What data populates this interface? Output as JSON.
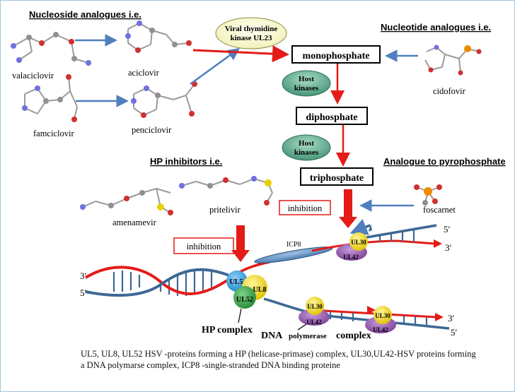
{
  "headings": {
    "nucleoside": "Nucleoside analogues i.e.",
    "nucleotide": "Nucleotide analogues i.e.",
    "hp_inhibitors": "HP inhibitors i.e.",
    "pyrophosphate": "Analogue to pyrophosphate"
  },
  "drugs": {
    "valaciclovir": "valaciclovir",
    "aciclovir": "aciclovir",
    "famciclovir": "famciclovir",
    "penciclovir": "penciclovir",
    "cidofovir": "cidofovir",
    "amenamevir": "amenamevir",
    "pritelivir": "pritelivir",
    "foscarnet": "foscarnet"
  },
  "enzymes": {
    "viral_kinase_line1": "Viral thymidine",
    "viral_kinase_line2": "kinase UL23",
    "host_kinases_line1": "Host",
    "host_kinases_line2": "kinases"
  },
  "phosphates": {
    "mono": "monophosphate",
    "di": "diphosphate",
    "tri": "triphosphate"
  },
  "inhibition_label": "inhibition",
  "proteins": {
    "ul5": "UL5",
    "ul8": "UL8",
    "ul52": "UL52",
    "ul30": "UL30",
    "ul42": "UL42",
    "icp8": "ICP8"
  },
  "strand_ends": {
    "three_prime": "3′",
    "five_prime": "5′"
  },
  "complexes": {
    "hp": "HP complex",
    "dna_pol_a": "DNA",
    "dna_pol_b": "polymerase",
    "dna_pol_c": "complex"
  },
  "caption": "UL5, UL8, UL52 HSV -proteins forming a HP (helicase-primase) complex, UL30,UL42-HSV proteins forming a DNA polymarse complex, ICP8 -single-stranded DNA binding proteine",
  "colors": {
    "red": "#e41b17",
    "blue_arrow": "#4f7fbf",
    "strand_blue": "#3d6894",
    "kinase_green": "#5aa58a",
    "yellow": "#f4d800",
    "purple": "#8e4fa8",
    "ul5_blue": "#2a9be0",
    "ul52_green": "#2f9e3f"
  }
}
